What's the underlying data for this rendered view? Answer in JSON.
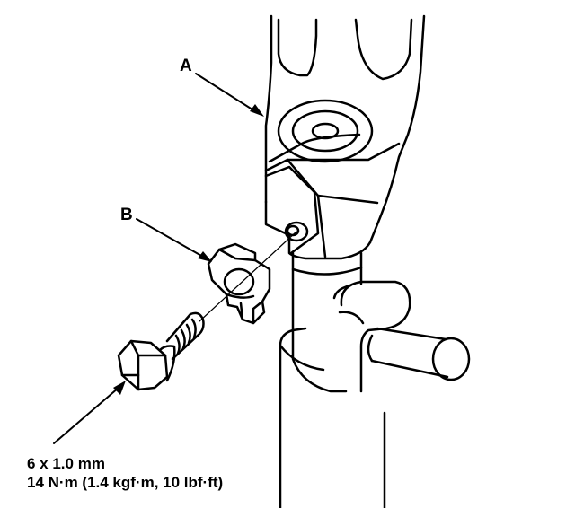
{
  "callouts": {
    "a": "A",
    "b": "B"
  },
  "fastener_spec": {
    "size": "6 x 1.0 mm",
    "torque": "14 N·m (1.4 kgf·m, 10 lbf·ft)"
  },
  "colors": {
    "ink": "#000000",
    "paper": "#ffffff"
  }
}
